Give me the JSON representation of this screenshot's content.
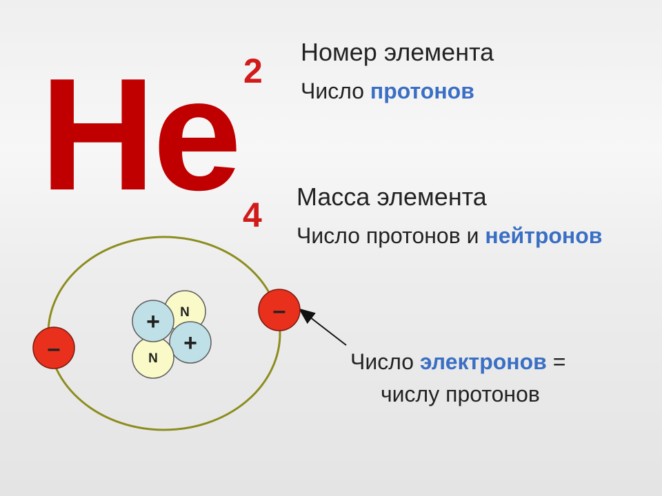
{
  "element": {
    "symbol": "He",
    "number": "2",
    "mass": "4"
  },
  "labels": {
    "number_title": "Номер элемента",
    "number_desc_plain": "Число ",
    "number_desc_highlight": "протонов",
    "mass_title": "Масса элемента",
    "mass_desc_plain": "Число протонов и ",
    "mass_desc_highlight": "нейтронов",
    "electrons_plain_before": "Число ",
    "electrons_highlight": "электронов",
    "electrons_plain_after": " =",
    "electrons_line2": "числу протонов"
  },
  "atom": {
    "proton_sign": "+",
    "neutron_label": "N",
    "electron_sign": "–"
  },
  "colors": {
    "symbol": "#c00000",
    "numbers": "#d11a1a",
    "highlight": "#3a6fc4",
    "orbit": "#8c8c1e",
    "electron": "#e8301c",
    "proton": "#bfe0e6",
    "neutron": "#fafac8"
  }
}
